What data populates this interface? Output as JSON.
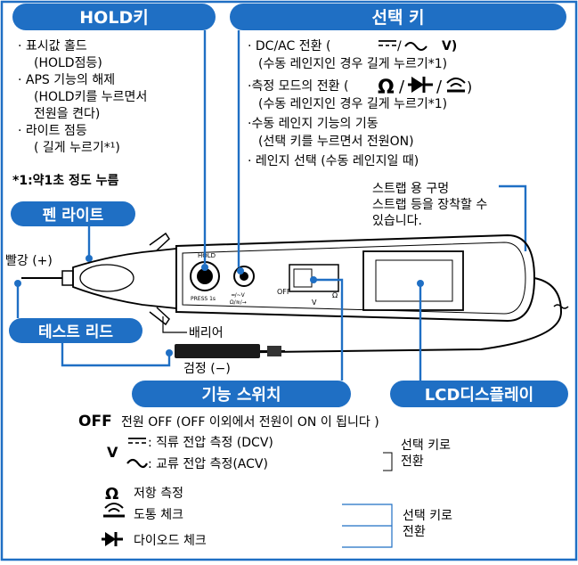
{
  "headers": {
    "hold": "HOLD키",
    "select": "선택 키",
    "pen_light": "펜 라이트",
    "test_lead": "테스트 리드",
    "func_switch": "기능  스위치",
    "lcd": "LCD디스플레이"
  },
  "hold_key": {
    "l1": "· 표시값 홀드",
    "l2": "(HOLD점등)",
    "l3": "· APS 기능의 해제",
    "l4": "(HOLD키를 누르면서",
    "l5": "전원을 켠다)",
    "l6": "· 라이트 점등",
    "l7": "( 길게 누르기*¹)"
  },
  "footnote": "*1:약1초 정도 누름",
  "select_key": {
    "l1": "· DC/AC 전환 (",
    "l1_v": "V)",
    "l2": "(수동 레인지인 경우 길게 누르기*1)",
    "l3": "·측정 모드의 전환 (",
    "l4": "(수동 레인지인 경우 길게 누르기*1)",
    "l5": "·수동 레인지 기능의 기동",
    "l6": "(선택 키를 누르면서 전원ON)",
    "l7": "· 레인지 선택 (수동 레인지일 때)"
  },
  "strap": {
    "l1": "스트랩 용 구멍",
    "l2": "스트랩 등을 장착할 수",
    "l3": "있습니다."
  },
  "device": {
    "red": "빨강 (+)",
    "barrier": "배리어",
    "black": "검정 (−)",
    "hold": "HOLD",
    "press": "PRESS 1s",
    "sel1": "═/~V",
    "sel2": "Ω/≋/→",
    "off": "OFF",
    "v": "V",
    "omega": "Ω"
  },
  "legend": {
    "off_sym": "OFF",
    "off_desc": "전원 OFF (OFF 이외에서 전원이 ON 이 됩니다 )",
    "v_sym": "V",
    "dcv": ": 직류 전압 측정 (DCV)",
    "acv": ": 교류 전압 측정(ACV)",
    "switch1": "선택 키로",
    "switch1b": "전환",
    "ohm_sym": "Ω",
    "ohm": "저항 측정",
    "cont": "도통 체크",
    "diode": "다이오드 체크",
    "switch2": "선택 키로",
    "switch2b": "전환"
  },
  "colors": {
    "accent": "#1f6fc4",
    "background": "#ffffff",
    "border": "#1f6fc4"
  },
  "icons": [
    "dc-symbol-icon",
    "ac-symbol-icon",
    "ohm-icon",
    "diode-icon",
    "continuity-icon"
  ]
}
